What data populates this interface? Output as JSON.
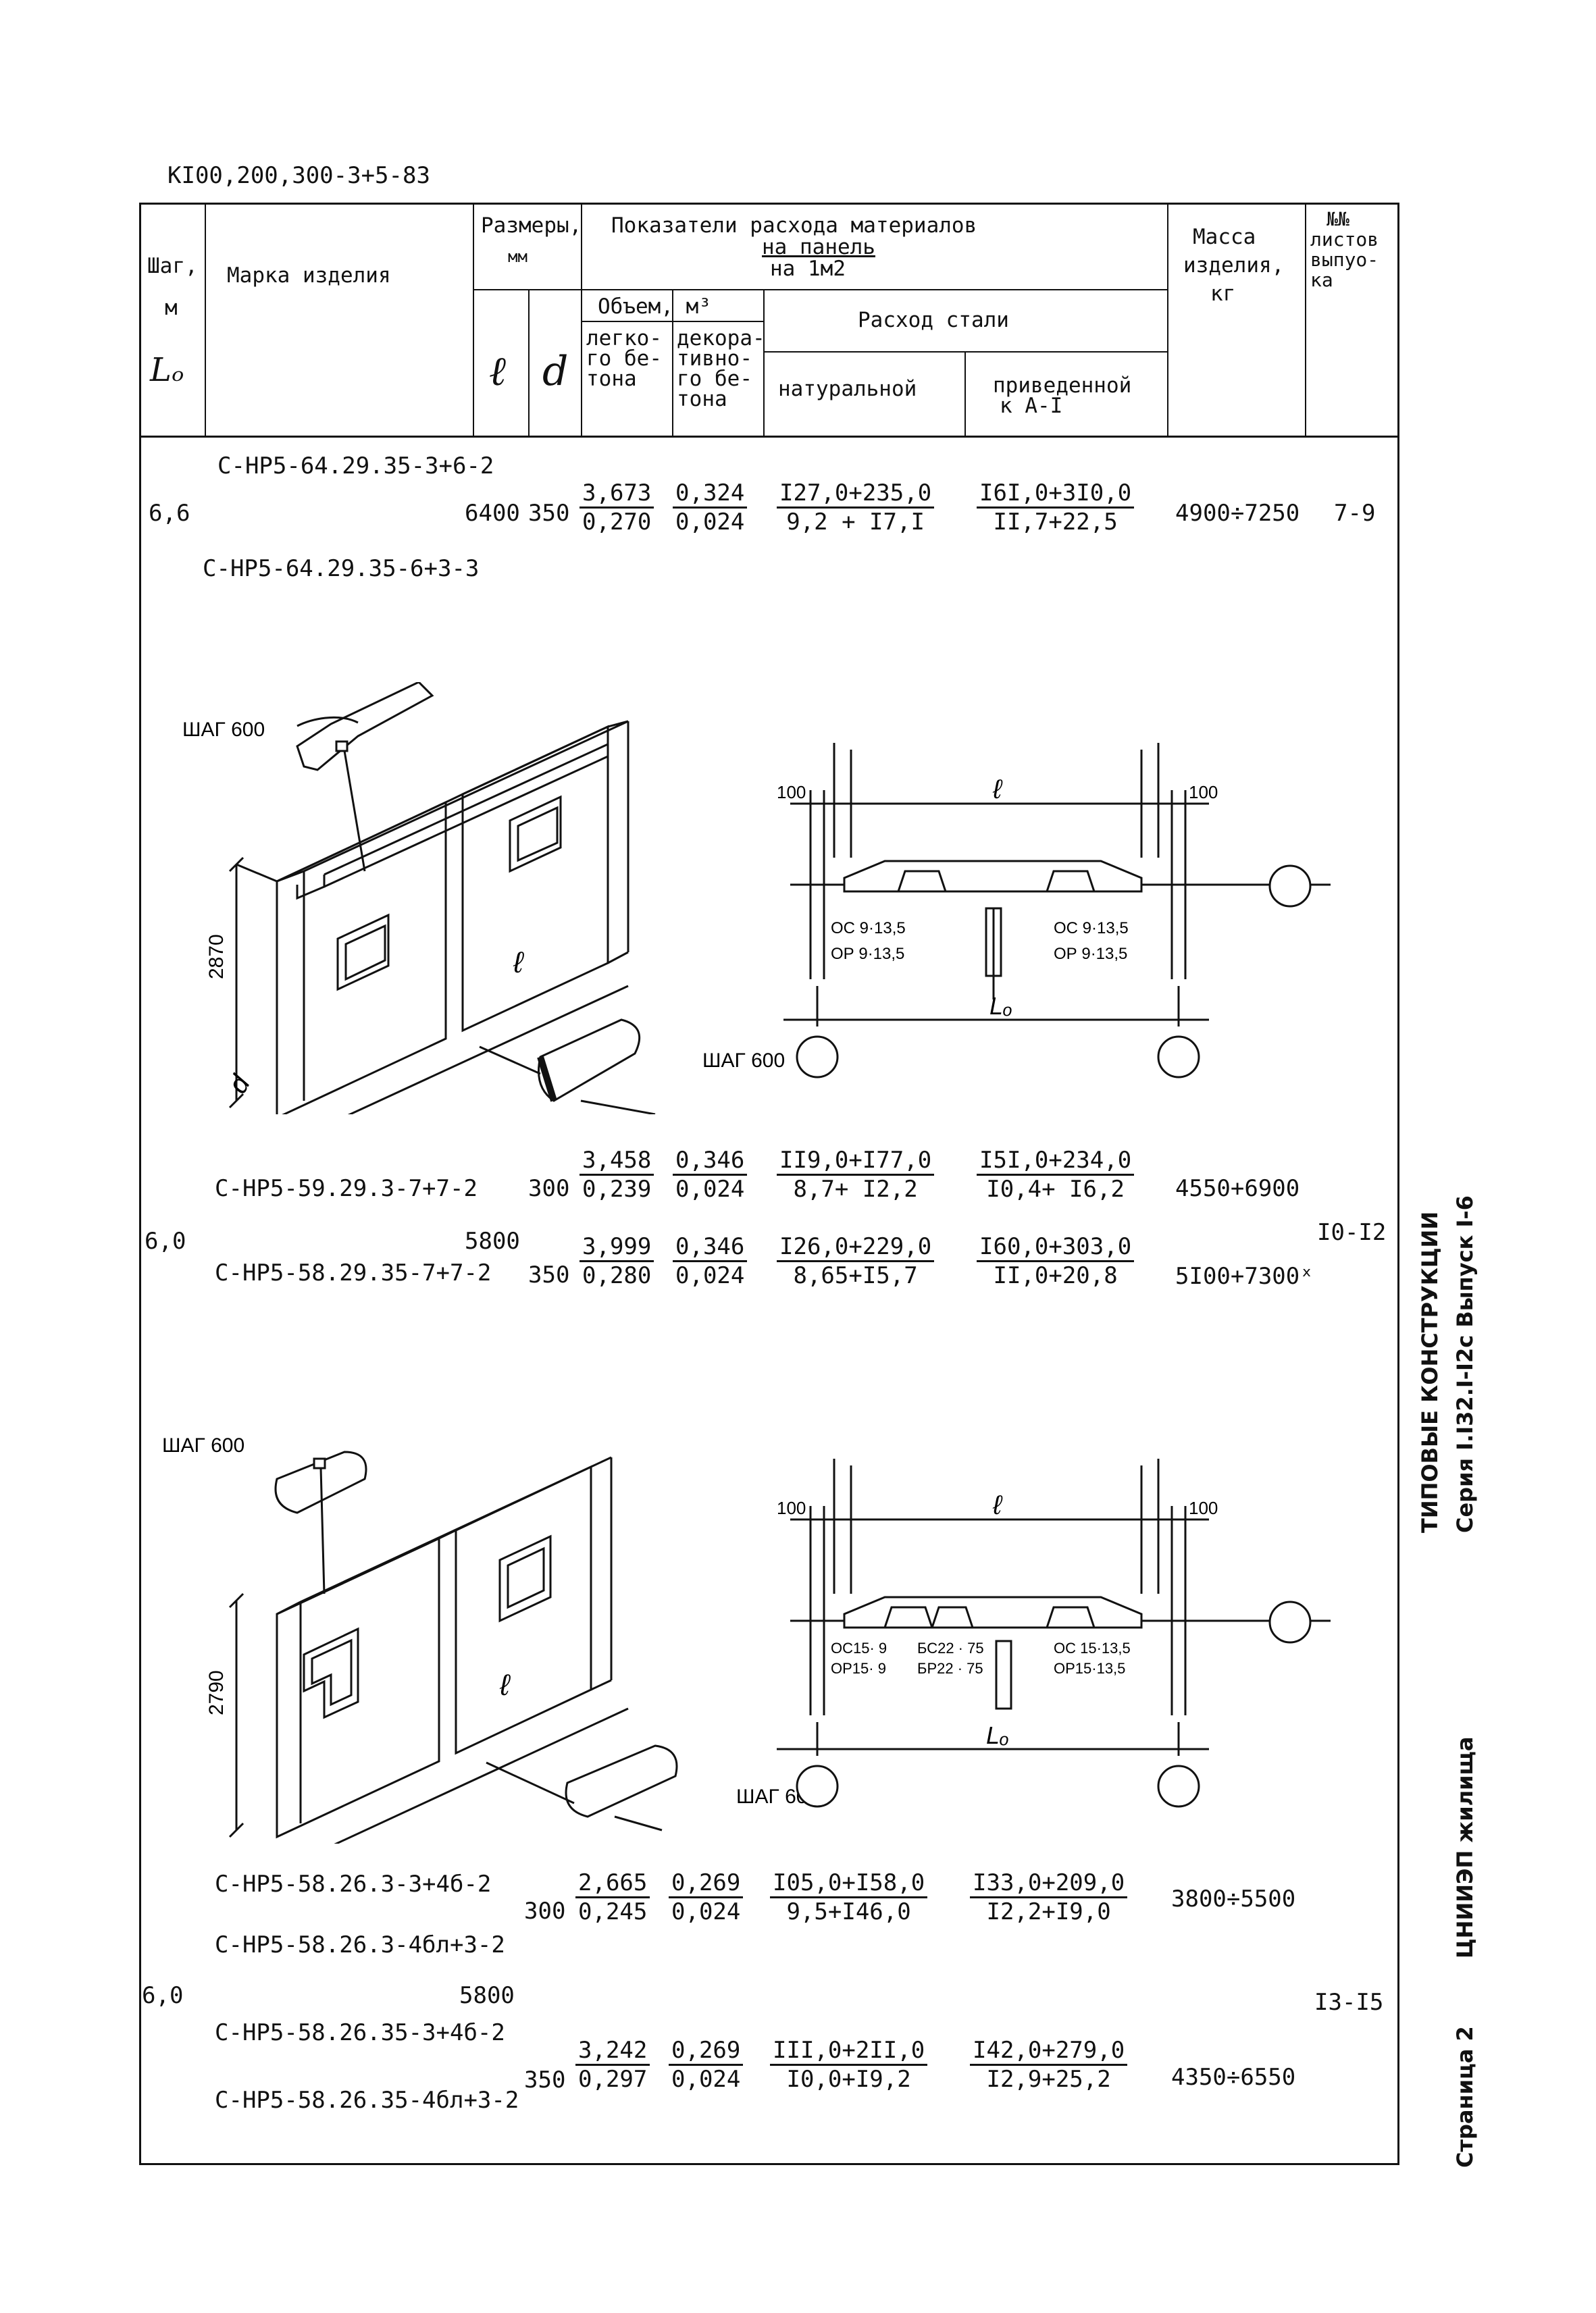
{
  "doc_code": "КI00,200,300-3+5-83",
  "header": {
    "shag": "Шаг,",
    "shag_unit": "м",
    "shag_symbol": "Lₒ",
    "marka": "Марка изделия",
    "razmery": "Размеры,",
    "razmery_unit": "мм",
    "l_symbol": "ℓ",
    "d_symbol": "d",
    "pokazateli": "Показатели расхода материалов",
    "na_panel": "на панель",
    "na_m2": "на 1м2",
    "obem": "Объем, м³",
    "legkogo": [
      "легко-",
      "го бе-",
      "тона"
    ],
    "dekor": [
      "декора-",
      "тивно-",
      "го бе-",
      "тона"
    ],
    "rashod": "Расход стали",
    "naturalnoy": "натуральной",
    "privedennoy": [
      "приведенной",
      "к А-I"
    ],
    "massa": [
      "Масса",
      "изделия,",
      "кг"
    ],
    "listov": [
      "№№",
      "листов",
      "выпуо-",
      "ка"
    ]
  },
  "rows": [
    {
      "shag": "6,6",
      "marks": [
        "С-НР5-64.29.35-3+6-2",
        "С-НР5-64.29.35-6+3-3"
      ],
      "l": "6400",
      "d": "350",
      "legk": [
        "3,673",
        "0,270"
      ],
      "dekor": [
        "0,324",
        "0,024"
      ],
      "nat": [
        "I27,0+235,0",
        "9,2 + I7,I"
      ],
      "priv": [
        "I6I,0+3I0,0",
        "II,7+22,5"
      ],
      "massa": "4900÷7250",
      "list": "7-9"
    },
    {
      "shag": "6,0",
      "l": "5800",
      "marks": [
        "С-НР5-59.29.3-7+7-2",
        "С-НР5-58.29.35-7+7-2"
      ],
      "sub": [
        {
          "d": "300",
          "legk": [
            "3,458",
            "0,239"
          ],
          "dekor": [
            "0,346",
            "0,024"
          ],
          "nat": [
            "II9,0+I77,0",
            "8,7+ I2,2"
          ],
          "priv": [
            "I5I,0+234,0",
            "I0,4+ I6,2"
          ],
          "massa": "4550+6900"
        },
        {
          "d": "350",
          "legk": [
            "3,999",
            "0,280"
          ],
          "dekor": [
            "0,346",
            "0,024"
          ],
          "nat": [
            "I26,0+229,0",
            "8,65+I5,7"
          ],
          "priv": [
            "I60,0+303,0",
            "II,0+20,8"
          ],
          "massa": "5I00+7300ˣ"
        }
      ],
      "list": "I0-I2"
    },
    {
      "shag": "6,0",
      "l": "5800",
      "marks": [
        "С-НР5-58.26.3-3+4б-2",
        "С-НР5-58.26.3-4бл+3-2",
        "С-НР5-58.26.35-3+4б-2",
        "С-НР5-58.26.35-4бл+3-2"
      ],
      "sub": [
        {
          "d": "300",
          "legk": [
            "2,665",
            "0,245"
          ],
          "dekor": [
            "0,269",
            "0,024"
          ],
          "nat": [
            "I05,0+I58,0",
            "9,5+I46,0"
          ],
          "priv": [
            "I33,0+209,0",
            "I2,2+I9,0"
          ],
          "massa": "3800÷5500"
        },
        {
          "d": "350",
          "legk": [
            "3,242",
            "0,297"
          ],
          "dekor": [
            "0,269",
            "0,024"
          ],
          "nat": [
            "III,0+2II,0",
            "I0,0+I9,2"
          ],
          "priv": [
            "I42,0+279,0",
            "I2,9+25,2"
          ],
          "massa": "4350÷6550"
        }
      ],
      "list": "I3-I5"
    }
  ],
  "drawing1": {
    "shag_top": "ШАГ 600",
    "shag_bottom": "ШАГ 600",
    "height": "2870",
    "l": "ℓ",
    "d": "d",
    "sect_100_left": "100",
    "sect_100_right": "100",
    "sect_l": "ℓ",
    "sect_L": "Lₒ",
    "oc_left": "ОС 9·13,5",
    "op_left": "ОР 9·13,5",
    "oc_right": "ОС 9·13,5",
    "op_right": "ОР 9·13,5"
  },
  "drawing2": {
    "shag_top": "ШАГ 600",
    "shag_bottom": "ШАГ 600",
    "height": "2790",
    "l": "ℓ",
    "sect_100_left": "100",
    "sect_100_right": "100",
    "sect_l": "ℓ",
    "sect_L": "Lₒ",
    "oc_left": "ОС15· 9",
    "op_left": "ОР15· 9",
    "bc_mid": "БС22 · 75",
    "br_mid": "БР22 · 75",
    "oc_right": "ОС 15·13,5",
    "op_right": "ОР15·13,5"
  },
  "side": {
    "line1": "ТИПОВЫЕ КОНСТРУКЦИИ",
    "line2": "Серия I.I32.I-I2с  Выпуск I-6",
    "org": "ЦНИИЭП жилища",
    "page": "Страница 2"
  }
}
